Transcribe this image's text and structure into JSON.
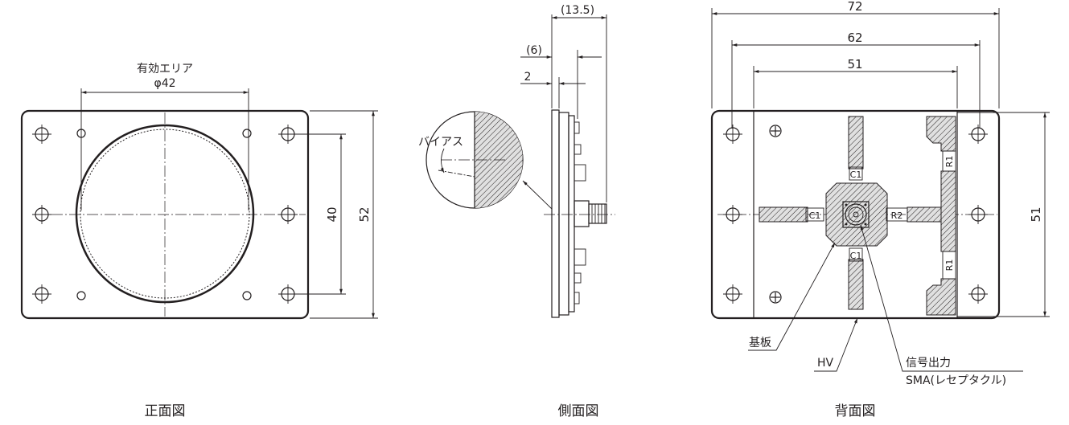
{
  "front_view": {
    "caption": "正面図",
    "area_label": "有効エリア",
    "area_dim": "φ42",
    "dim_40": "40",
    "dim_52": "52"
  },
  "side_view": {
    "caption": "側面図",
    "dim_13_5": "(13.5)",
    "dim_6": "(6)",
    "dim_2": "2",
    "bias_label": "バイアス"
  },
  "back_view": {
    "caption": "背面図",
    "dim_72": "72",
    "dim_62": "62",
    "dim_51_h": "51",
    "dim_51_v": "51",
    "c1_top": "C1",
    "c1_left": "C1",
    "c1_bottom": "C1",
    "r1_top": "R1",
    "r1_bottom": "R1",
    "r2": "R2",
    "substrate_label": "基板",
    "hv_label": "HV",
    "signal_label": "信号出力",
    "sma_label": "SMA(レセプタクル)"
  }
}
